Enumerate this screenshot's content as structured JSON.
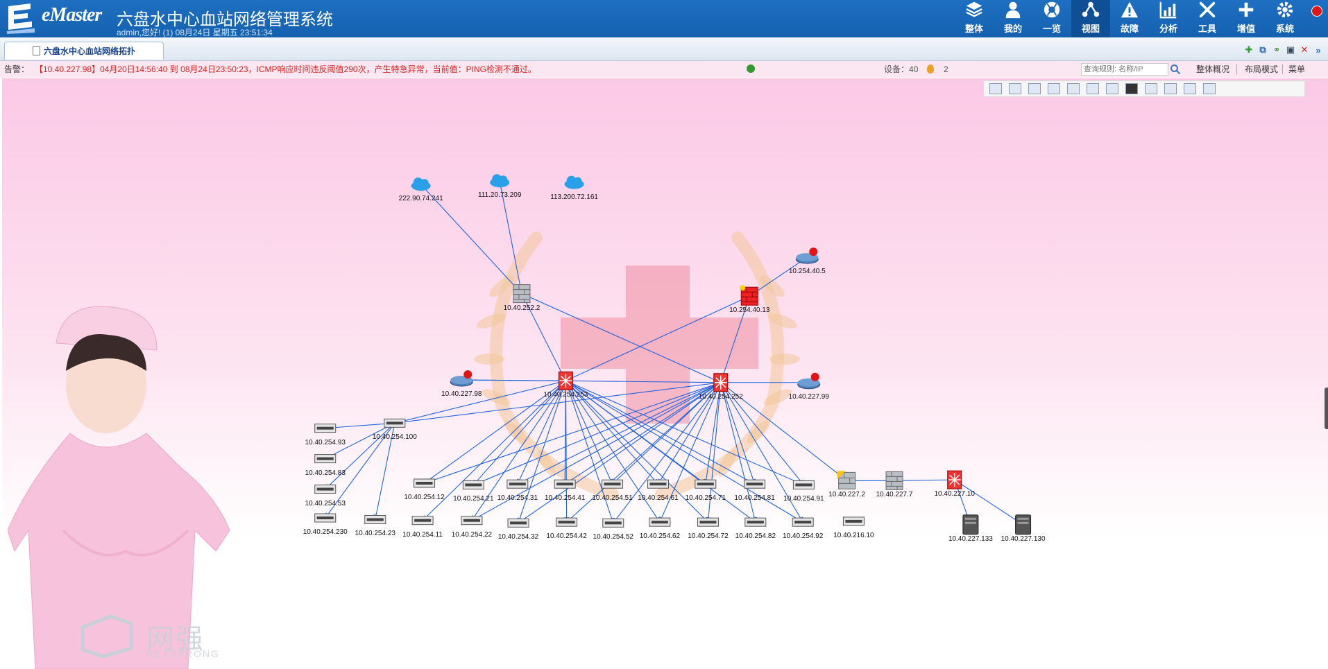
{
  "header": {
    "logo_text": "eMaster",
    "title": "六盘水中心血站网络管理系统",
    "session": "admin,您好! (1) 08月24日 星期五 23:51:34",
    "nav": [
      {
        "label": "整体",
        "icon": "layers-icon"
      },
      {
        "label": "我的",
        "icon": "user-icon"
      },
      {
        "label": "一览",
        "icon": "globe-icon"
      },
      {
        "label": "视图",
        "icon": "topology-icon",
        "active": true
      },
      {
        "label": "故障",
        "icon": "warning-icon"
      },
      {
        "label": "分析",
        "icon": "chart-icon"
      },
      {
        "label": "工具",
        "icon": "tools-icon"
      },
      {
        "label": "增值",
        "icon": "plus-icon"
      },
      {
        "label": "系统",
        "icon": "gear-icon"
      }
    ]
  },
  "tab": {
    "label": "六盘水中心血站网络拓扑"
  },
  "tab_tools": [
    "add-icon",
    "share-icon",
    "link-icon",
    "save-icon",
    "close-icon",
    "forward-icon"
  ],
  "alert": {
    "label": "告警：",
    "message": "【10.40.227.98】04月20日14:56:40 到 08月24日23:50:23，ICMP响应时间违反阈值290次，产生特急异常，当前值：PING检测不通过。",
    "devices_label": "设备：",
    "devices_count": "40",
    "bulb_count": "2",
    "search_placeholder": "查询规则: 名称/IP",
    "links": {
      "overview": "整体概况",
      "layout": "布局模式",
      "menu": "菜单"
    }
  },
  "watermark": {
    "cn": "网强",
    "en": "NETSTRONG"
  },
  "colors": {
    "link": "#1f63e0",
    "header": "#1b67b8",
    "alert": "#e0201c"
  },
  "nodes": [
    {
      "id": "c1",
      "label": "222.90.74.241",
      "type": "cloud"
    },
    {
      "id": "c2",
      "label": "111.20.73.209",
      "type": "cloud"
    },
    {
      "id": "c3",
      "label": "113.200.72.161",
      "type": "cloud"
    },
    {
      "id": "fw1",
      "label": "10.40.252.2",
      "type": "firewall"
    },
    {
      "id": "fw2",
      "label": "10.254.40.13",
      "type": "firewall-red"
    },
    {
      "id": "rt1",
      "label": "10.254.40.5",
      "type": "router-alarm"
    },
    {
      "id": "core1",
      "label": "10.40.254.253",
      "type": "core-switch"
    },
    {
      "id": "core2",
      "label": "10.40.254.252",
      "type": "core-switch"
    },
    {
      "id": "r98",
      "label": "10.40.227.98",
      "type": "router-alarm"
    },
    {
      "id": "r99",
      "label": "10.40.227.99",
      "type": "router-alarm"
    },
    {
      "id": "s100",
      "label": "10.40.254.100",
      "type": "switch"
    },
    {
      "id": "s93",
      "label": "10.40.254.93",
      "type": "switch"
    },
    {
      "id": "s83",
      "label": "10.40.254.83",
      "type": "switch"
    },
    {
      "id": "s53",
      "label": "10.40.254.53",
      "type": "switch"
    },
    {
      "id": "s230",
      "label": "10.40.254.230",
      "type": "switch"
    },
    {
      "id": "s23",
      "label": "10.40.254.23",
      "type": "switch"
    },
    {
      "id": "s12",
      "label": "10.40.254.12",
      "type": "switch"
    },
    {
      "id": "s21",
      "label": "10.40.254.21",
      "type": "switch"
    },
    {
      "id": "s31",
      "label": "10.40.254.31",
      "type": "switch"
    },
    {
      "id": "s41",
      "label": "10.40.254.41",
      "type": "switch"
    },
    {
      "id": "s51",
      "label": "10.40.254.51",
      "type": "switch"
    },
    {
      "id": "s61",
      "label": "10.40.254.61",
      "type": "switch"
    },
    {
      "id": "s71",
      "label": "10.40.254.71",
      "type": "switch"
    },
    {
      "id": "s81",
      "label": "10.40.254.81",
      "type": "switch"
    },
    {
      "id": "s91",
      "label": "10.40.254.91",
      "type": "switch"
    },
    {
      "id": "s11",
      "label": "10.40.254.11",
      "type": "switch"
    },
    {
      "id": "s22",
      "label": "10.40.254.22",
      "type": "switch"
    },
    {
      "id": "s32",
      "label": "10.40.254.32",
      "type": "switch"
    },
    {
      "id": "s42",
      "label": "10.40.254.42",
      "type": "switch"
    },
    {
      "id": "s52",
      "label": "10.40.254.52",
      "type": "switch"
    },
    {
      "id": "s62",
      "label": "10.40.254.62",
      "type": "switch"
    },
    {
      "id": "s72",
      "label": "10.40.254.72",
      "type": "switch"
    },
    {
      "id": "s82",
      "label": "10.40.254.82",
      "type": "switch"
    },
    {
      "id": "s92",
      "label": "10.40.254.92",
      "type": "switch"
    },
    {
      "id": "s21610",
      "label": "10.40.216.10",
      "type": "switch"
    },
    {
      "id": "f2272",
      "label": "10.40.227.2",
      "type": "firewall-yellow"
    },
    {
      "id": "f2277",
      "label": "10.40.227.7",
      "type": "firewall"
    },
    {
      "id": "c22710",
      "label": "10.40.227.10",
      "type": "core-switch"
    },
    {
      "id": "sv133",
      "label": "10.40.227.133",
      "type": "server"
    },
    {
      "id": "sv130",
      "label": "10.40.227.130",
      "type": "server"
    }
  ],
  "links": [
    [
      "fw1",
      "c1"
    ],
    [
      "fw1",
      "c2"
    ],
    [
      "core1",
      "fw1"
    ],
    [
      "core1",
      "fw2"
    ],
    [
      "core2",
      "fw1"
    ],
    [
      "core2",
      "fw2"
    ],
    [
      "fw2",
      "rt1"
    ],
    [
      "r98",
      "core1"
    ],
    [
      "core1",
      "r98"
    ],
    [
      "core1",
      "core2"
    ],
    [
      "r99",
      "core2"
    ],
    [
      "core1",
      "s100"
    ],
    [
      "core2",
      "s100"
    ],
    [
      "s100",
      "s93"
    ],
    [
      "s100",
      "s83"
    ],
    [
      "s100",
      "s53"
    ],
    [
      "s100",
      "s230"
    ],
    [
      "s100",
      "s23"
    ],
    [
      "core1",
      "s12"
    ],
    [
      "core1",
      "s21"
    ],
    [
      "core1",
      "s31"
    ],
    [
      "core1",
      "s41"
    ],
    [
      "core1",
      "s51"
    ],
    [
      "core1",
      "s61"
    ],
    [
      "core1",
      "s71"
    ],
    [
      "core1",
      "s81"
    ],
    [
      "core1",
      "s91"
    ],
    [
      "core1",
      "s11"
    ],
    [
      "core1",
      "s22"
    ],
    [
      "core1",
      "s32"
    ],
    [
      "core1",
      "s42"
    ],
    [
      "core1",
      "s52"
    ],
    [
      "core1",
      "s62"
    ],
    [
      "core1",
      "s72"
    ],
    [
      "core1",
      "s82"
    ],
    [
      "core1",
      "s92"
    ],
    [
      "core2",
      "s12"
    ],
    [
      "core2",
      "s21"
    ],
    [
      "core2",
      "s31"
    ],
    [
      "core2",
      "s41"
    ],
    [
      "core2",
      "s51"
    ],
    [
      "core2",
      "s61"
    ],
    [
      "core2",
      "s71"
    ],
    [
      "core2",
      "s81"
    ],
    [
      "core2",
      "s91"
    ],
    [
      "core2",
      "s22"
    ],
    [
      "core2",
      "s32"
    ],
    [
      "core2",
      "s42"
    ],
    [
      "core2",
      "s52"
    ],
    [
      "core2",
      "s62"
    ],
    [
      "core2",
      "s72"
    ],
    [
      "core2",
      "s82"
    ],
    [
      "core2",
      "s92"
    ],
    [
      "core2",
      "f2272"
    ],
    [
      "f2272",
      "f2277"
    ],
    [
      "f2277",
      "c22710"
    ],
    [
      "c22710",
      "sv133"
    ],
    [
      "c22710",
      "sv130"
    ]
  ]
}
